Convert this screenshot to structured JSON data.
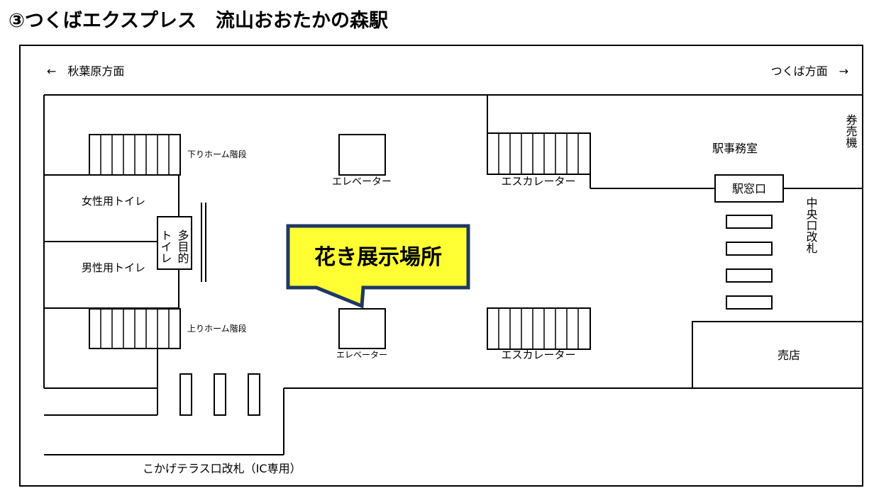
{
  "title": "③つくばエクスプレス　流山おおたかの森駅",
  "directions": {
    "left": "←　秋葉原方面",
    "right": "つくば方面　→"
  },
  "labels": {
    "down_platform_stairs": "下りホーム階段",
    "up_platform_stairs": "上りホーム階段",
    "womens_toilet": "女性用トイレ",
    "mens_toilet": "男性用トイレ",
    "multipurpose_toilet_col1": "トイレ",
    "multipurpose_toilet_col2": "多目的",
    "elevator_top": "エレベーター",
    "elevator_bottom": "エレベーター",
    "escalator_top": "エスカレーター",
    "escalator_bottom": "エスカレーター",
    "station_office": "駅事務室",
    "ticket_machine": "券売機",
    "ticket_window": "駅窓口",
    "central_gate": "中央口改札",
    "shop": "売店",
    "kokage_gate": "こかげテラス口改札（IC専用）"
  },
  "callout": {
    "text": "花き展示場所",
    "fill_color": "#ffff33",
    "border_color": "#1f3864"
  }
}
